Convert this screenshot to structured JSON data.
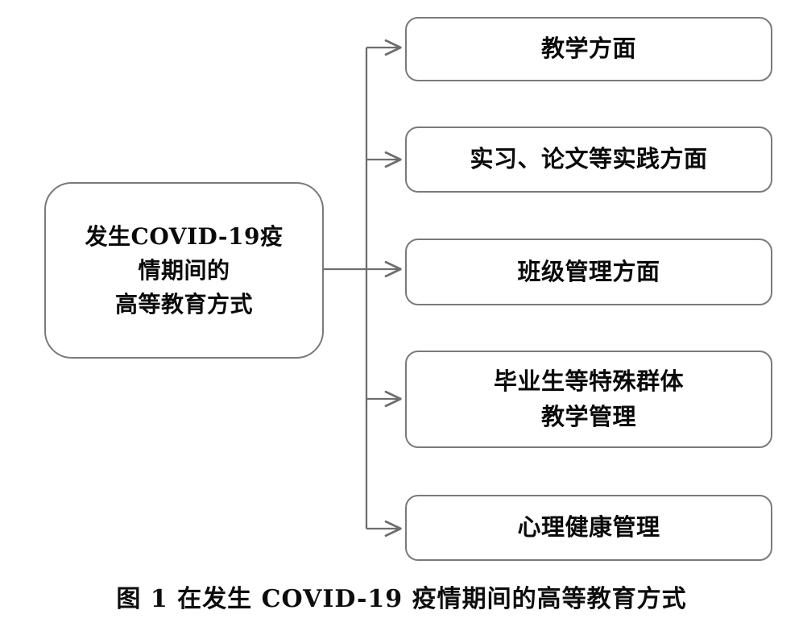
{
  "figure": {
    "caption": "图 1  在发生 COVID-19 疫情期间的高等教育方式",
    "colors": {
      "node_border": "#7a7a7a",
      "node_fill": "#ffffff",
      "connector": "#6e6e6e",
      "text": "#0a0a0a",
      "background": "#ffffff"
    }
  },
  "root": {
    "label": "发生COVID-19疫\n情期间的\n高等教育方式",
    "lines": [
      "发生COVID-19疫",
      "情期间的",
      "高等教育方式"
    ]
  },
  "branches": [
    {
      "id": "teaching",
      "label": "教学方面"
    },
    {
      "id": "practice",
      "label": "实习、论文等实践方面"
    },
    {
      "id": "class-management",
      "label": "班级管理方面"
    },
    {
      "id": "special-groups",
      "label": "毕业生等特殊群体\n教学管理"
    },
    {
      "id": "mental-health",
      "label": "心理健康管理"
    }
  ],
  "chart_data": {
    "type": "diagram",
    "diagram_kind": "tree",
    "orientation": "left-to-right",
    "title": "图 1  在发生 COVID-19 疫情期间的高等教育方式",
    "nodes": [
      {
        "id": "root",
        "label": "发生COVID-19疫情期间的高等教育方式",
        "shape": "rounded-rect"
      },
      {
        "id": "teaching",
        "label": "教学方面",
        "shape": "rounded-rect"
      },
      {
        "id": "practice",
        "label": "实习、论文等实践方面",
        "shape": "rounded-rect"
      },
      {
        "id": "class-management",
        "label": "班级管理方面",
        "shape": "rounded-rect"
      },
      {
        "id": "special-groups",
        "label": "毕业生等特殊群体教学管理",
        "shape": "rounded-rect"
      },
      {
        "id": "mental-health",
        "label": "心理健康管理",
        "shape": "rounded-rect"
      }
    ],
    "edges": [
      {
        "from": "root",
        "to": "teaching",
        "arrow": true
      },
      {
        "from": "root",
        "to": "practice",
        "arrow": true
      },
      {
        "from": "root",
        "to": "class-management",
        "arrow": true
      },
      {
        "from": "root",
        "to": "special-groups",
        "arrow": true
      },
      {
        "from": "root",
        "to": "mental-health",
        "arrow": true
      }
    ]
  }
}
